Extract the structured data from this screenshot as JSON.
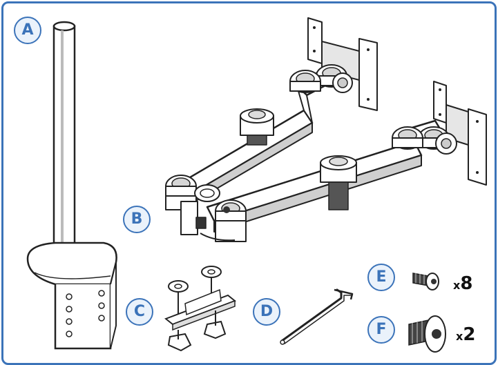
{
  "parts": [
    {
      "letter": "A",
      "icon": "pole-icon"
    },
    {
      "letter": "B",
      "icon": "dual-arm-icon"
    },
    {
      "letter": "C",
      "icon": "desk-clamp-icon"
    },
    {
      "letter": "D",
      "icon": "allen-key-icon"
    },
    {
      "letter": "E",
      "icon": "small-screw-icon",
      "quantity_prefix": "x",
      "quantity": "8"
    },
    {
      "letter": "F",
      "icon": "flat-head-screw-icon",
      "quantity_prefix": "x",
      "quantity": "2"
    }
  ],
  "colors": {
    "accent": "#3b73b9",
    "badge_fill": "#eaf2fb",
    "line": "#222222",
    "gray": "#bdbdbd"
  }
}
